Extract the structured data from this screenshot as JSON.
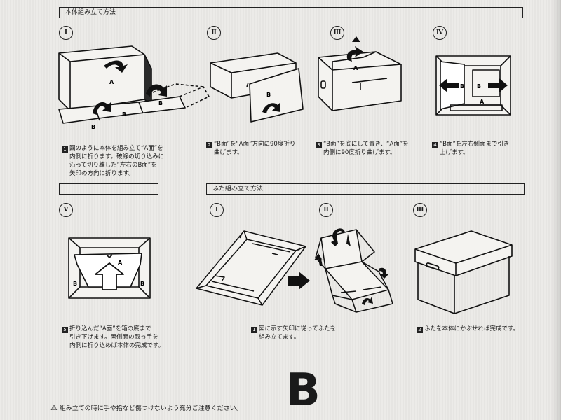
{
  "body_section": {
    "title": "本体組み立て方法"
  },
  "lid_section": {
    "title": "ふた組み立て方法"
  },
  "steps_body": [
    {
      "roman": "Ⅰ",
      "num": "1",
      "caption_lines": [
        "図のように本体を組み立て“A面”を",
        "内側に折ります。破線の切り込みに",
        "沿って切り離した“左右のB面”を",
        "矢印の方向に折ります。"
      ]
    },
    {
      "roman": "Ⅱ",
      "num": "2",
      "caption_lines": [
        "“B面”を“A面”方向に90度折り",
        "曲げます。"
      ]
    },
    {
      "roman": "Ⅲ",
      "num": "3",
      "caption_lines": [
        "“B面”を底にして置き、“A面”を",
        "内側に90度折り曲げます。"
      ]
    },
    {
      "roman": "Ⅳ",
      "num": "4",
      "caption_lines": [
        "“B面”を左右側面まで引き",
        "上げます。"
      ]
    },
    {
      "roman": "Ⅴ",
      "num": "5",
      "caption_lines": [
        "折り込んだ“A面”を箱の底まで",
        "引き下げます。両側面の取っ手を",
        "内側に折り込めば本体の完成です。"
      ]
    }
  ],
  "steps_lid": [
    {
      "roman": "Ⅰ",
      "num": "1",
      "caption_lines": [
        "図に示す矢印に従ってふたを",
        "組み立てます。"
      ]
    },
    {
      "roman": "Ⅱ",
      "num": "",
      "caption_lines": []
    },
    {
      "roman": "Ⅲ",
      "num": "2",
      "caption_lines": [
        "ふたを本体にかぶせれば完成です。"
      ]
    }
  ],
  "face_labels": {
    "a": "A",
    "b": "B"
  },
  "big_letter": "B",
  "warning": {
    "icon": "warning-triangle-icon",
    "text": "組み立ての時に手や指など傷つけないよう充分ご注意ください。"
  }
}
